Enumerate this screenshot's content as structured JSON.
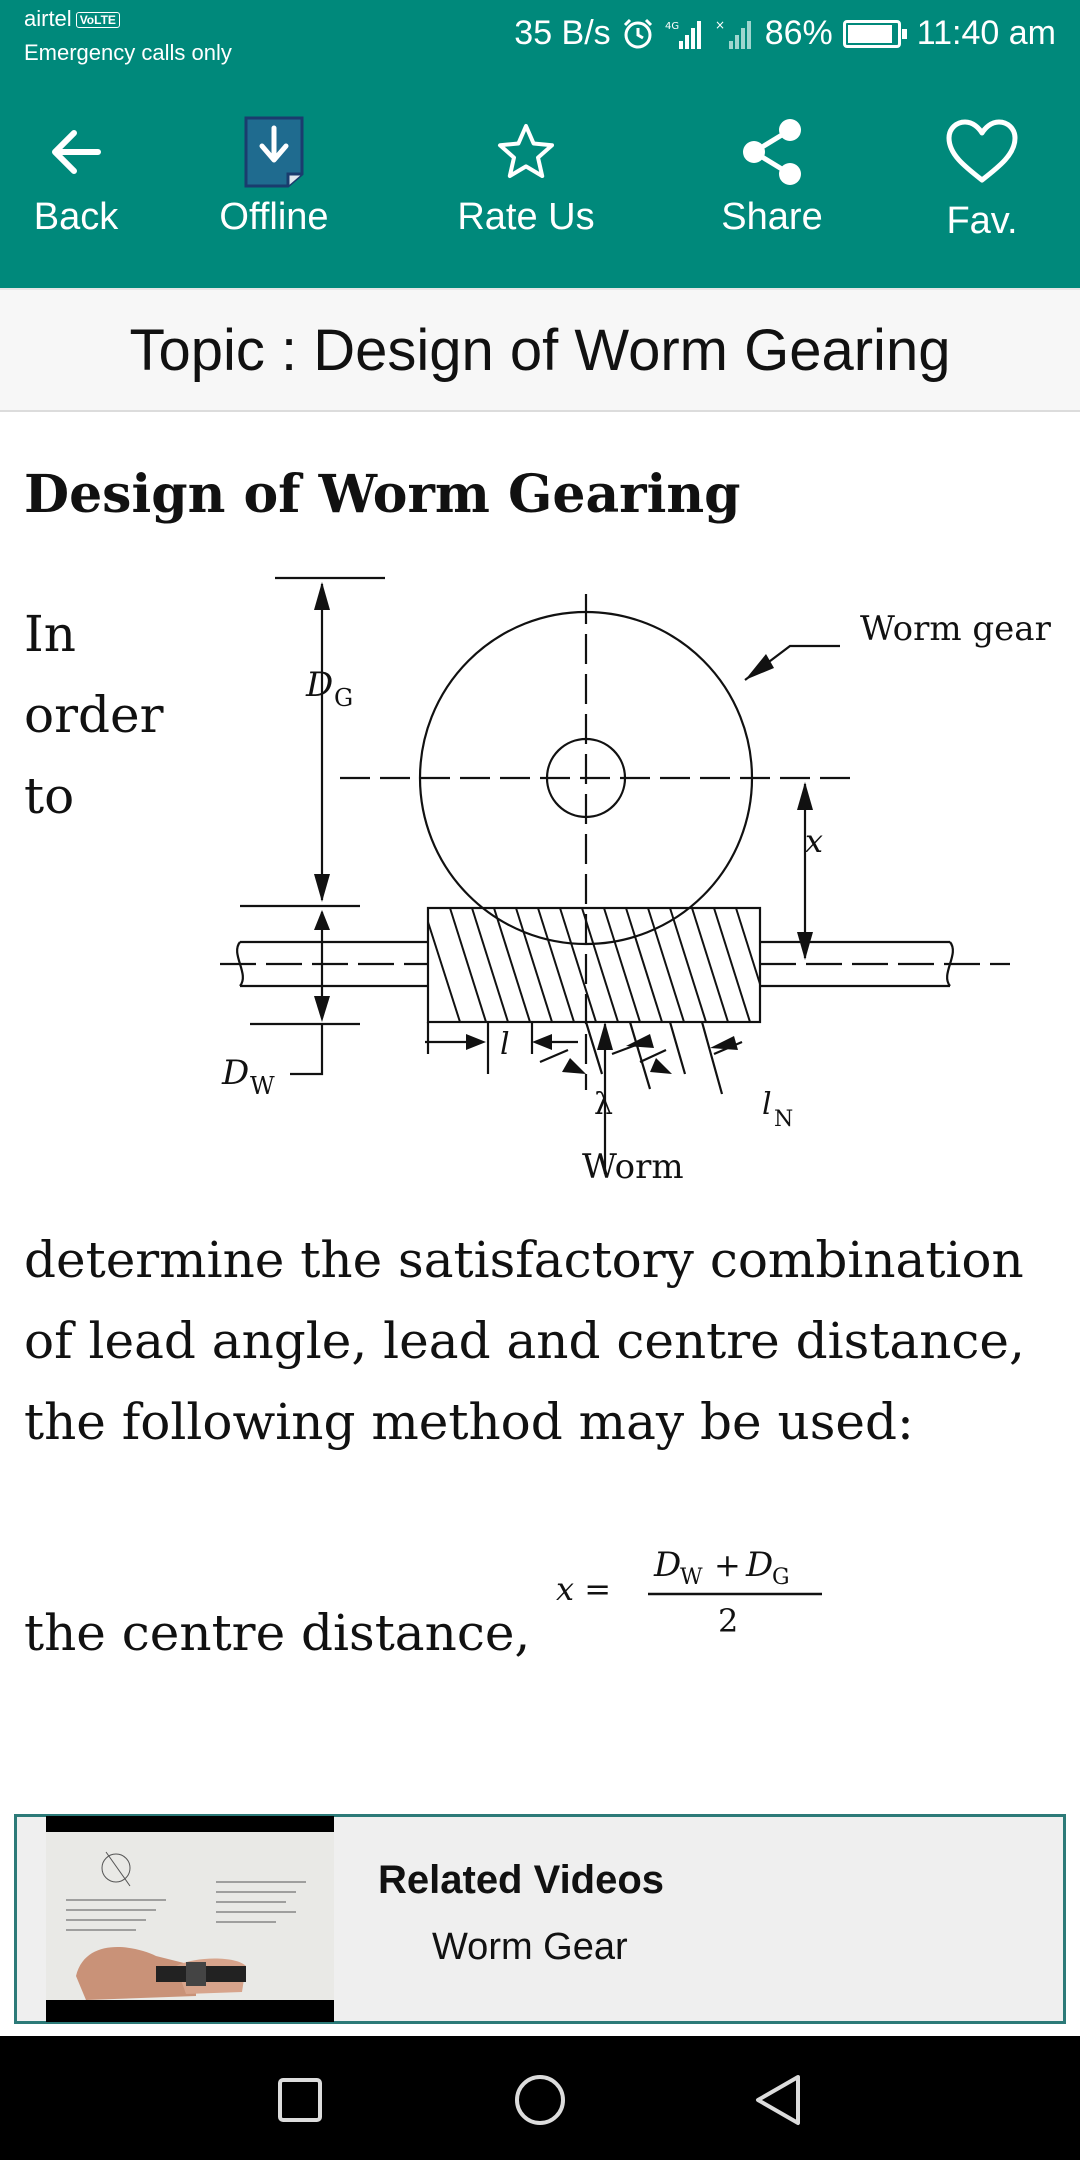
{
  "status_bar": {
    "carrier": "airtel",
    "volte": "VoLTE",
    "emergency": "Emergency calls only",
    "speed": "35 B/s",
    "battery": "86%",
    "time": "11:40 am"
  },
  "toolbar": {
    "back_label": "Back",
    "offline_label": "Offline",
    "rate_label": "Rate Us",
    "share_label": "Share",
    "fav_label": "Fav."
  },
  "topic": {
    "title": "Topic : Design of Worm Gearing"
  },
  "article": {
    "heading": "Design of Worm Gearing",
    "intro_lines": [
      "In",
      "order",
      "to"
    ],
    "body": "determine the satisfactory combination of lead angle, lead and centre distance, the following method may be used:",
    "centre_distance_label": "the centre distance,",
    "diagram_labels": {
      "worm_gear": "Worm gear",
      "worm": "Worm",
      "dg": "D",
      "dg_sub": "G",
      "dw": "D",
      "dw_sub": "W",
      "x": "x",
      "l": "l",
      "lambda": "λ",
      "ln": "l",
      "ln_sub": "N"
    },
    "formula": {
      "lhs": "x =",
      "numerator_a": "D",
      "numerator_a_sub": "W",
      "plus": "+",
      "numerator_b": "D",
      "numerator_b_sub": "G",
      "denominator": "2"
    }
  },
  "related": {
    "title": "Related Videos",
    "subtitle": "Worm Gear"
  },
  "colors": {
    "primary": "#00897b",
    "card_border": "#2c7a78"
  }
}
